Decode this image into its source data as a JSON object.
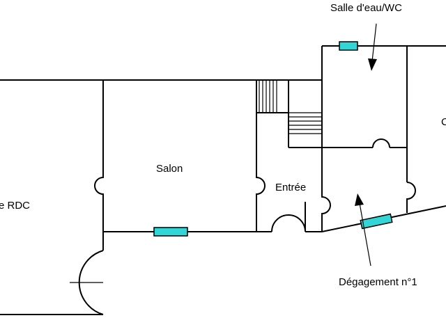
{
  "plan": {
    "rooms": [
      {
        "key": "rdc",
        "label": "e RDC"
      },
      {
        "key": "salon",
        "label": "Salon"
      },
      {
        "key": "entree",
        "label": "Entrée"
      },
      {
        "key": "salle_eau",
        "label": "Salle d'eau/WC"
      },
      {
        "key": "degagement",
        "label": "Dégagement n°1"
      },
      {
        "key": "partial",
        "label": "C"
      }
    ],
    "colors": {
      "wall": "#000000",
      "window": "#33d6d6",
      "background": "#ffffff"
    }
  }
}
